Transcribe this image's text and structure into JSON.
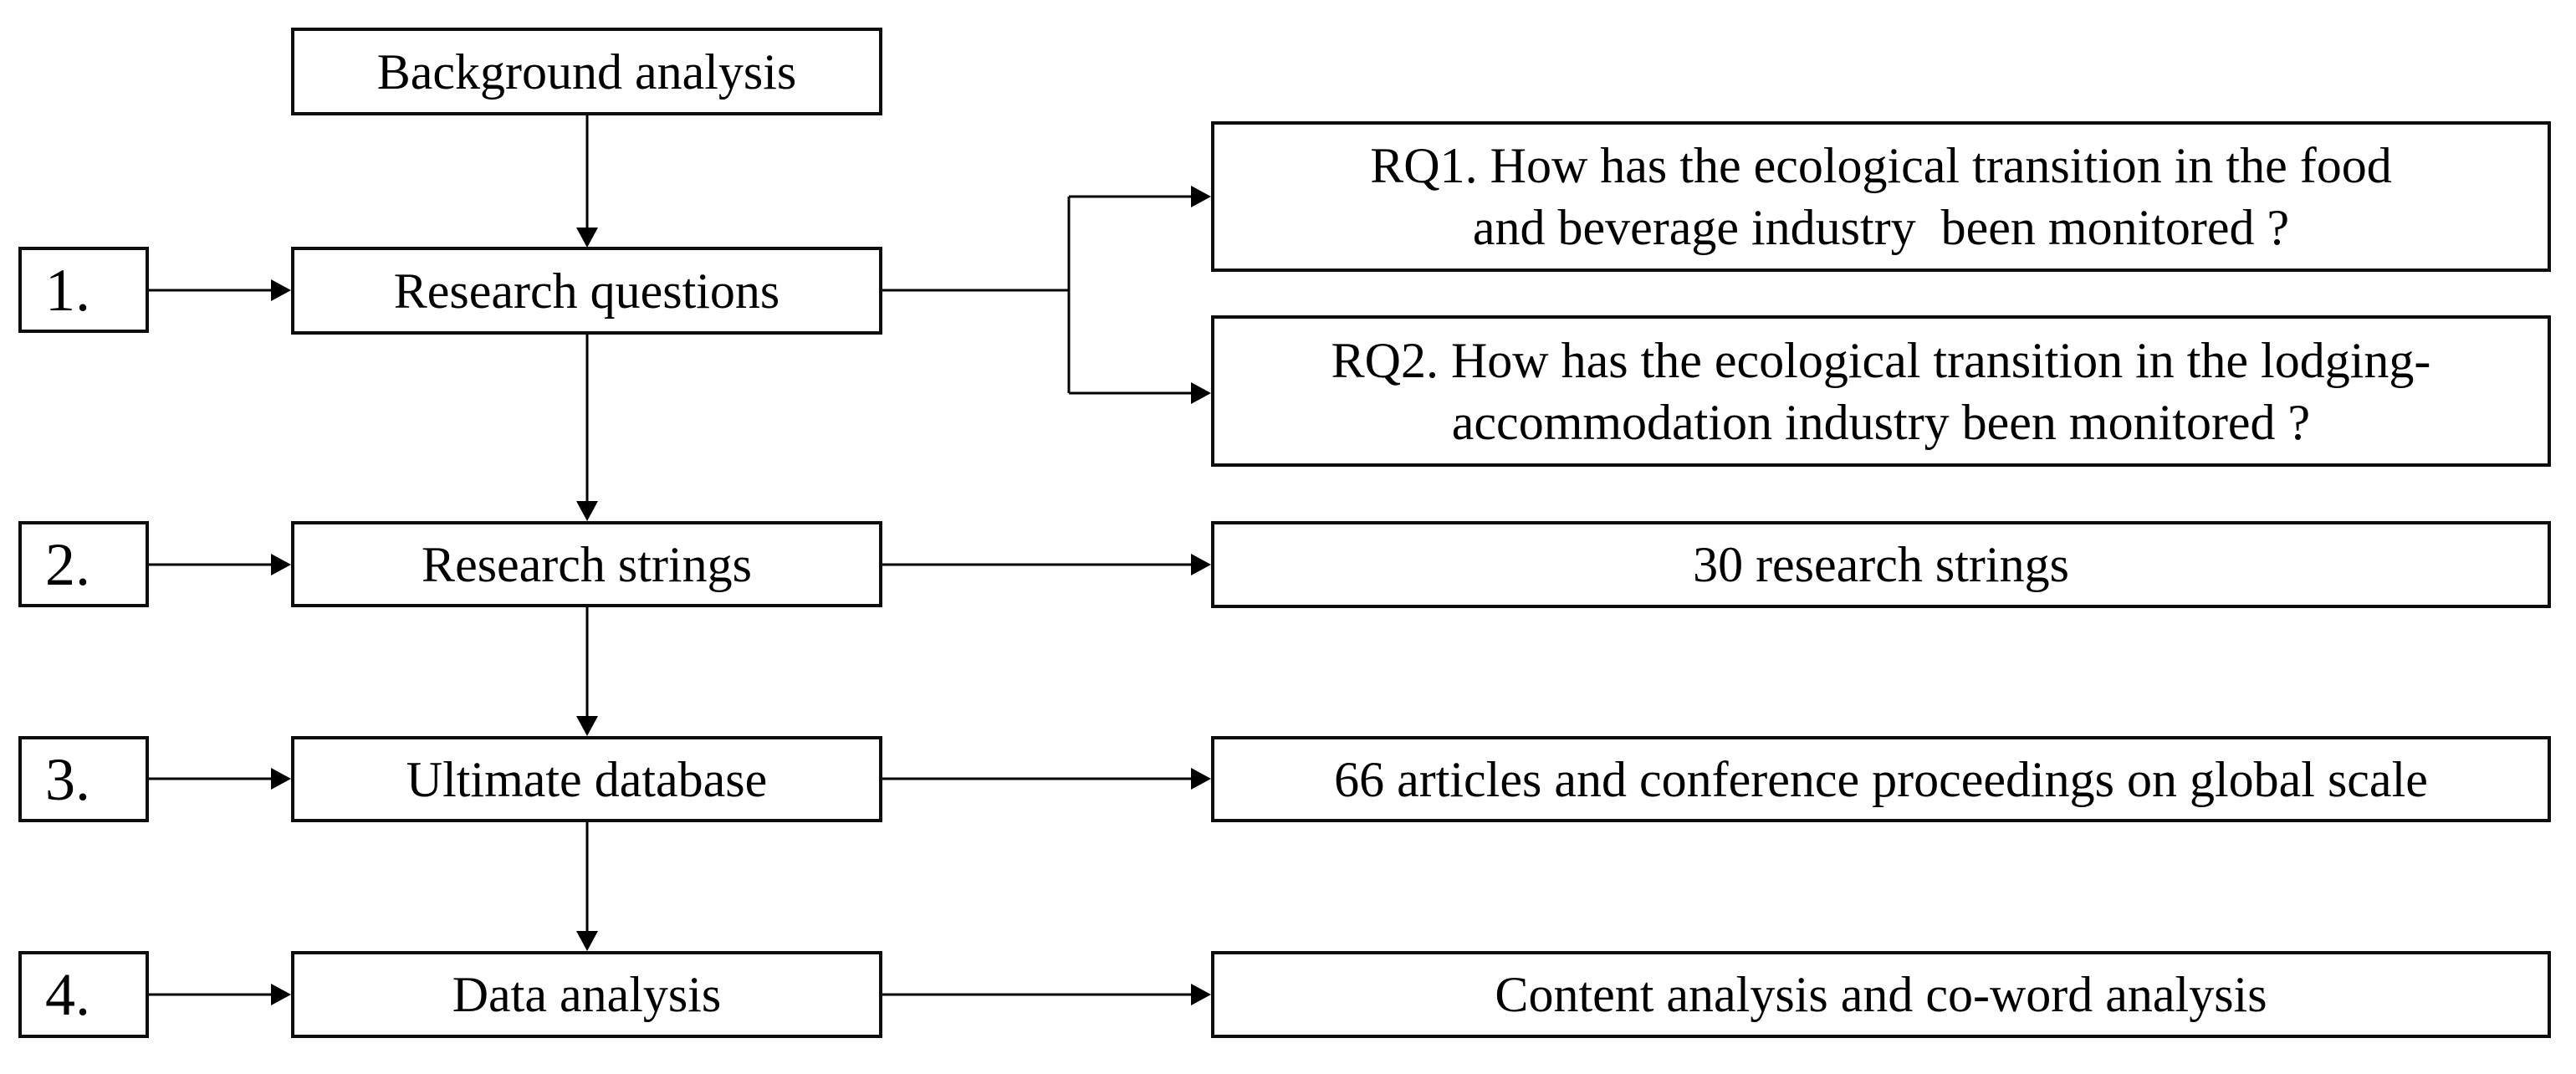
{
  "flowchart": {
    "background_color": "#ffffff",
    "line_color": "#000000",
    "box_border_color": "#0d0d0d",
    "text_color": "#000000",
    "start": {
      "label": "Background analysis"
    },
    "rows": [
      {
        "number": "1.",
        "step": "Research questions",
        "outputs": [
          {
            "lines": [
              "RQ1. How has the ecological transition in the food",
              "and beverage industry  been monitored ?"
            ]
          },
          {
            "lines": [
              "RQ2. How has the ecological transition in the lodging-",
              "accommodation industry been monitored ?"
            ]
          }
        ]
      },
      {
        "number": "2.",
        "step": "Research strings",
        "outputs": [
          {
            "lines": [
              "30 research strings"
            ]
          }
        ]
      },
      {
        "number": "3.",
        "step": "Ultimate database",
        "outputs": [
          {
            "lines": [
              "66 articles and conference proceedings on global scale"
            ]
          }
        ]
      },
      {
        "number": "4.",
        "step": "Data analysis",
        "outputs": [
          {
            "lines": [
              "Content analysis and co-word analysis"
            ]
          }
        ]
      }
    ]
  }
}
